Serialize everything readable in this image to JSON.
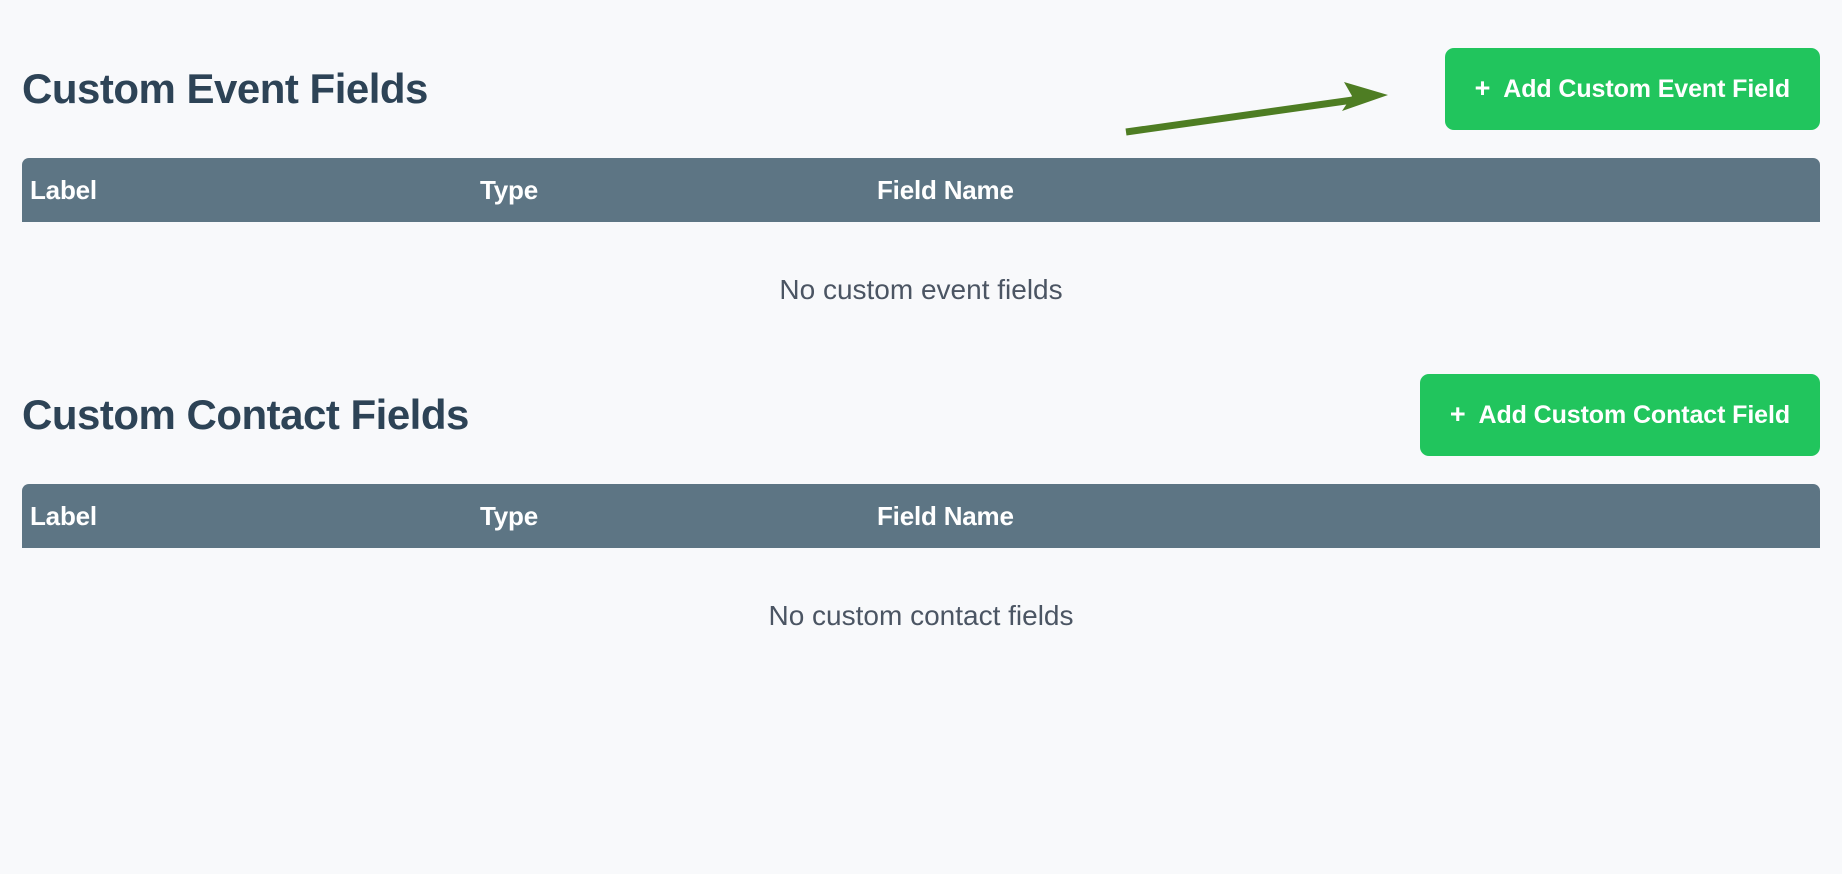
{
  "theme": {
    "background": "#f8f9fb",
    "heading_color": "#2d4356",
    "accent_green": "#21c55d",
    "table_header_bg": "#5d7584",
    "table_header_text": "#ffffff",
    "empty_text_color": "#4b5563",
    "annotation_arrow_color": "#4e7d23"
  },
  "sections": [
    {
      "title": "Custom Event Fields",
      "button": {
        "icon": "plus-icon",
        "label": "Add Custom Event Field"
      },
      "table": {
        "columns": [
          "Label",
          "Type",
          "Field Name"
        ],
        "rows": [],
        "empty_message": "No custom event fields"
      }
    },
    {
      "title": "Custom Contact Fields",
      "button": {
        "icon": "plus-icon",
        "label": "Add Custom Contact Field"
      },
      "table": {
        "columns": [
          "Label",
          "Type",
          "Field Name"
        ],
        "rows": [],
        "empty_message": "No custom contact fields"
      }
    }
  ],
  "annotation": {
    "type": "arrow",
    "points_to": "Add Custom Event Field",
    "color": "#4e7d23"
  }
}
